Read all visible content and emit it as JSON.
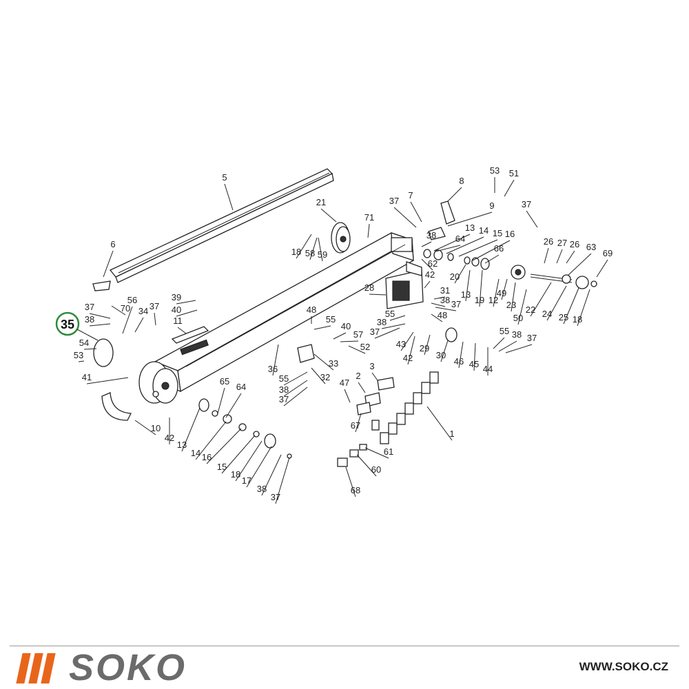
{
  "diagram": {
    "highlighted_part": "35",
    "highlight_color": "#2e8b3a",
    "callouts": [
      {
        "id": "c5",
        "text": "5"
      },
      {
        "id": "c6",
        "text": "6"
      },
      {
        "id": "c21",
        "text": "21"
      },
      {
        "id": "c71",
        "text": "71"
      },
      {
        "id": "c18a",
        "text": "18"
      },
      {
        "id": "c58",
        "text": "58"
      },
      {
        "id": "c59",
        "text": "59"
      },
      {
        "id": "c37a",
        "text": "37"
      },
      {
        "id": "c7",
        "text": "7"
      },
      {
        "id": "c8",
        "text": "8"
      },
      {
        "id": "c53a",
        "text": "53"
      },
      {
        "id": "c51",
        "text": "51"
      },
      {
        "id": "c9",
        "text": "9"
      },
      {
        "id": "c37b",
        "text": "37"
      },
      {
        "id": "c38a",
        "text": "38"
      },
      {
        "id": "c13a",
        "text": "13"
      },
      {
        "id": "c14a",
        "text": "14"
      },
      {
        "id": "c15a",
        "text": "15"
      },
      {
        "id": "c16a",
        "text": "16"
      },
      {
        "id": "c64a",
        "text": "64"
      },
      {
        "id": "c66",
        "text": "66"
      },
      {
        "id": "c62",
        "text": "62"
      },
      {
        "id": "c20",
        "text": "20"
      },
      {
        "id": "c13b",
        "text": "13"
      },
      {
        "id": "c19",
        "text": "19"
      },
      {
        "id": "c12",
        "text": "12"
      },
      {
        "id": "c49",
        "text": "49"
      },
      {
        "id": "c23",
        "text": "23"
      },
      {
        "id": "c50",
        "text": "50"
      },
      {
        "id": "c22",
        "text": "22"
      },
      {
        "id": "c26a",
        "text": "26"
      },
      {
        "id": "c27",
        "text": "27"
      },
      {
        "id": "c26b",
        "text": "26"
      },
      {
        "id": "c63",
        "text": "63"
      },
      {
        "id": "c69",
        "text": "69"
      },
      {
        "id": "c24",
        "text": "24"
      },
      {
        "id": "c25",
        "text": "25"
      },
      {
        "id": "c18b",
        "text": "18"
      },
      {
        "id": "c28",
        "text": "28"
      },
      {
        "id": "c42a",
        "text": "42"
      },
      {
        "id": "c31",
        "text": "31"
      },
      {
        "id": "c38b",
        "text": "38"
      },
      {
        "id": "c37c",
        "text": "37"
      },
      {
        "id": "c48a",
        "text": "48"
      },
      {
        "id": "c55a",
        "text": "55"
      },
      {
        "id": "c38c",
        "text": "38"
      },
      {
        "id": "c37d",
        "text": "37"
      },
      {
        "id": "c43",
        "text": "43"
      },
      {
        "id": "c42b",
        "text": "42"
      },
      {
        "id": "c29",
        "text": "29"
      },
      {
        "id": "c30",
        "text": "30"
      },
      {
        "id": "c46",
        "text": "46"
      },
      {
        "id": "c45",
        "text": "45"
      },
      {
        "id": "c44",
        "text": "44"
      },
      {
        "id": "c55b",
        "text": "55"
      },
      {
        "id": "c38d",
        "text": "38"
      },
      {
        "id": "c37e",
        "text": "37"
      },
      {
        "id": "c39",
        "text": "39"
      },
      {
        "id": "c40a",
        "text": "40"
      },
      {
        "id": "c11",
        "text": "11"
      },
      {
        "id": "c48b",
        "text": "48"
      },
      {
        "id": "c55c",
        "text": "55"
      },
      {
        "id": "c40b",
        "text": "40"
      },
      {
        "id": "c57",
        "text": "57"
      },
      {
        "id": "c52",
        "text": "52"
      },
      {
        "id": "c37f",
        "text": "37"
      },
      {
        "id": "c70",
        "text": "70"
      },
      {
        "id": "c38e",
        "text": "38"
      },
      {
        "id": "c56",
        "text": "56"
      },
      {
        "id": "c34",
        "text": "34"
      },
      {
        "id": "c37g",
        "text": "37"
      },
      {
        "id": "c54",
        "text": "54"
      },
      {
        "id": "c53b",
        "text": "53"
      },
      {
        "id": "c41",
        "text": "41"
      },
      {
        "id": "c36",
        "text": "36"
      },
      {
        "id": "c33",
        "text": "33"
      },
      {
        "id": "c32",
        "text": "32"
      },
      {
        "id": "c55d",
        "text": "55"
      },
      {
        "id": "c38f",
        "text": "38"
      },
      {
        "id": "c37h",
        "text": "37"
      },
      {
        "id": "c3",
        "text": "3"
      },
      {
        "id": "c2",
        "text": "2"
      },
      {
        "id": "c47",
        "text": "47"
      },
      {
        "id": "c67",
        "text": "67"
      },
      {
        "id": "c1",
        "text": "1"
      },
      {
        "id": "c10",
        "text": "10"
      },
      {
        "id": "c42c",
        "text": "42"
      },
      {
        "id": "c13c",
        "text": "13"
      },
      {
        "id": "c65",
        "text": "65"
      },
      {
        "id": "c64b",
        "text": "64"
      },
      {
        "id": "c14b",
        "text": "14"
      },
      {
        "id": "c16b",
        "text": "16"
      },
      {
        "id": "c15b",
        "text": "15"
      },
      {
        "id": "c18c",
        "text": "18"
      },
      {
        "id": "c17",
        "text": "17"
      },
      {
        "id": "c38g",
        "text": "38"
      },
      {
        "id": "c37i",
        "text": "37"
      },
      {
        "id": "c61",
        "text": "61"
      },
      {
        "id": "c60",
        "text": "60"
      },
      {
        "id": "c68",
        "text": "68"
      }
    ]
  },
  "footer": {
    "brand": "SOKO",
    "brand_color": "#e8661b",
    "website": "WWW.SOKO.CZ"
  }
}
